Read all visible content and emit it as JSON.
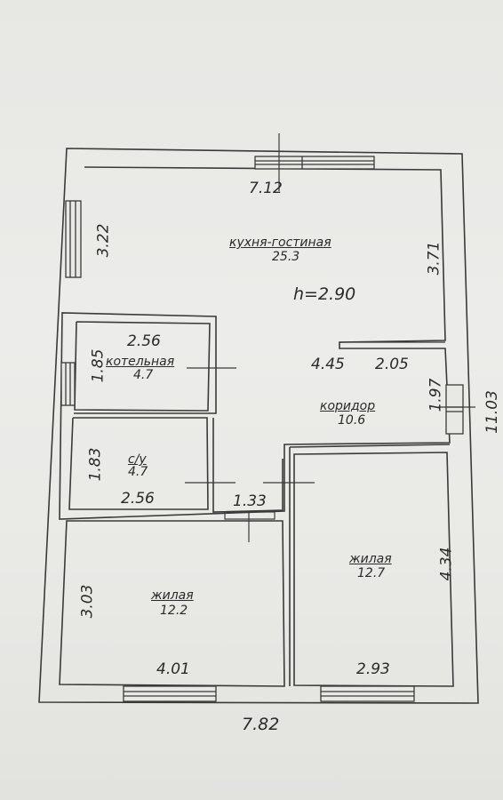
{
  "rooms": {
    "kitchen": {
      "name": "кухня-гостиная",
      "area": "25.3"
    },
    "boiler": {
      "name": "котельная",
      "area": "4.7"
    },
    "wc": {
      "name": "с/у",
      "area": "4.7"
    },
    "corridor": {
      "name": "коридор",
      "area": "10.6"
    },
    "living_left": {
      "name": "жилая",
      "area": "12.2"
    },
    "living_right": {
      "name": "жилая",
      "area": "12.7"
    }
  },
  "height": "h=2.90",
  "dimensions": {
    "kitchen_width": "7.12",
    "kitchen_left": "3.22",
    "kitchen_right": "3.71",
    "boiler_width": "2.56",
    "boiler_height": "1.85",
    "corridor_len": "4.45",
    "corridor_right": "2.05",
    "corridor_height": "1.97",
    "total_height": "11.03",
    "wc_height": "1.83",
    "wc_width": "2.56",
    "door_width": "1.33",
    "living_left_height": "3.03",
    "living_left_width": "4.01",
    "living_right_width": "2.93",
    "living_right_height": "4.34",
    "total_width": "7.82"
  },
  "colors": {
    "line": "#3a3a3a",
    "paper": "#e9e9e6"
  }
}
